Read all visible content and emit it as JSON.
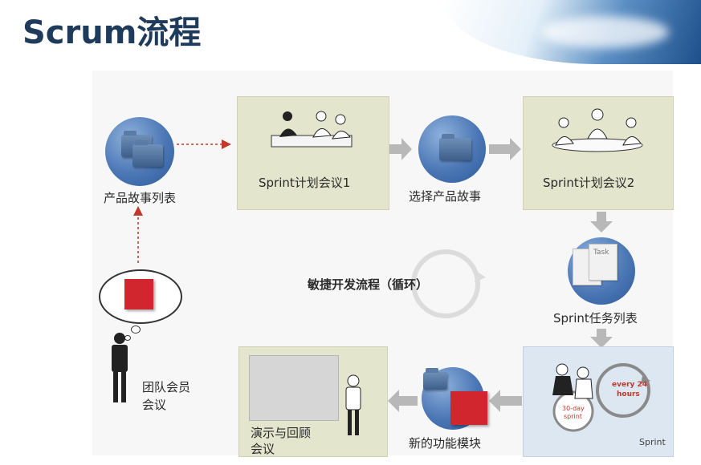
{
  "title": "Scrum流程",
  "nodes": {
    "product_backlog": "产品故事列表",
    "sprint_planning_1": "Sprint计划会议1",
    "select_stories": "选择产品故事",
    "sprint_planning_2": "Sprint计划会议2",
    "sprint_backlog": "Sprint任务列表",
    "cycle_label": "敏捷开发流程（循环）",
    "new_features": "新的功能模块",
    "demo_retro_1": "演示与回顾",
    "demo_retro_2": "会议",
    "team_meeting_1": "团队会员",
    "team_meeting_2": "会议",
    "task_card": "Task",
    "every24_1": "every 24",
    "every24_2": "hours",
    "sprint_badge_1": "30-day",
    "sprint_badge_2": "sprint",
    "sprint_caption": "Sprint"
  },
  "colors": {
    "title": "#1f3b5b",
    "panel": "#e3e6cd",
    "panel_blue": "#dde7f1",
    "arrow_gray": "#b8b8b8",
    "arrow_red": "#c0392b",
    "circle_blue": "#4b77b5",
    "block_red": "#d2262f"
  },
  "icons": [
    "folder-icon",
    "meeting-people-icon",
    "task-pages-icon",
    "person-icon",
    "red-box-icon",
    "cycle-arrow-icon",
    "sprint-cycle-icon",
    "demo-board-icon"
  ]
}
